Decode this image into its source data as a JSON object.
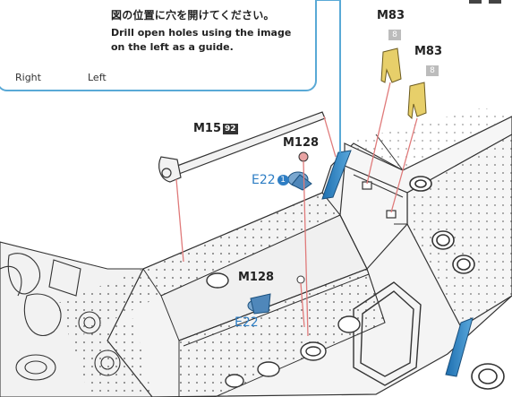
{
  "note": {
    "japanese": "図の位置に穴を開けてください。",
    "english_line1": "Drill open holes using the image",
    "english_line2": "on the left as a guide.",
    "label_right": "Right",
    "label_left": "Left"
  },
  "parts": {
    "m83_top": {
      "code": "M83",
      "badge": "8"
    },
    "m83_right": {
      "code": "M83",
      "badge": "8"
    },
    "m15": {
      "code": "M15",
      "badge": "92"
    },
    "m128_top": {
      "code": "M128"
    },
    "e22_top": {
      "code": "E22",
      "badge": "1"
    },
    "m128_mid": {
      "code": "M128"
    },
    "e22_bottom": {
      "code": "E22"
    }
  },
  "colors": {
    "note_border": "#59a9d6",
    "blue_label": "#2e7ec4",
    "guide_line": "#e07a7a",
    "blue_part": "#2e7ec4",
    "yellow_part": "#e7cf6a"
  }
}
